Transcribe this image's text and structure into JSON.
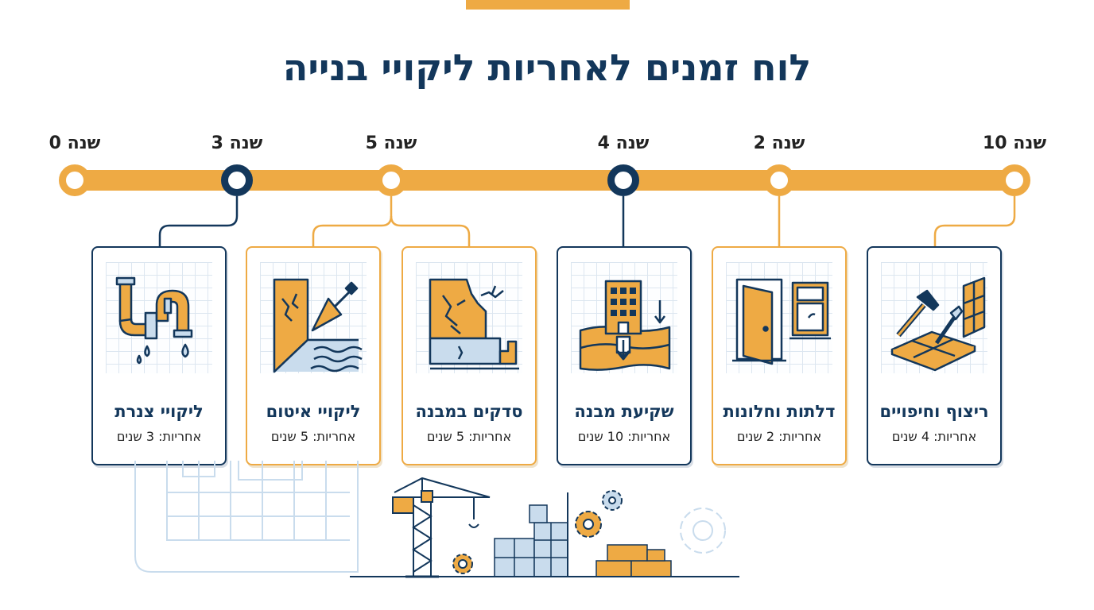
{
  "title": "לוח זמנים לאחריות ליקויי בנייה",
  "colors": {
    "navy": "#13375b",
    "orange": "#eeaa44",
    "light_blue": "#c9dced"
  },
  "timeline": [
    {
      "label": "שנה 0",
      "node": "orange"
    },
    {
      "label": "שנה 3",
      "node": "navy"
    },
    {
      "label": "שנה 5",
      "node": "orange"
    },
    {
      "label": "שנה 4",
      "node": "navy"
    },
    {
      "label": "שנה 2",
      "node": "orange"
    },
    {
      "label": "שנה 10",
      "node": "orange"
    }
  ],
  "cards": [
    {
      "name": "ליקויי צנרת",
      "warranty": "אחריות: 3 שנים",
      "icon": "leaking-pipe-icon",
      "style": "navy"
    },
    {
      "name": "ליקויי איטום",
      "warranty": "אחריות: 5 שנים",
      "icon": "trowel-sealing-icon",
      "style": "orange"
    },
    {
      "name": "סדקים במבנה",
      "warranty": "אחריות: 5 שנים",
      "icon": "cracked-wall-icon",
      "style": "orange"
    },
    {
      "name": "שקיעת מבנה",
      "warranty": "אחריות: 10 שנים",
      "icon": "sinking-building-icon",
      "style": "navy"
    },
    {
      "name": "דלתות וחלונות",
      "warranty": "אחריות: 2 שנים",
      "icon": "door-window-icon",
      "style": "orange"
    },
    {
      "name": "ריצוף וחיפויים",
      "warranty": "אחריות: 4 שנים",
      "icon": "tiles-hammer-icon",
      "style": "navy"
    }
  ]
}
